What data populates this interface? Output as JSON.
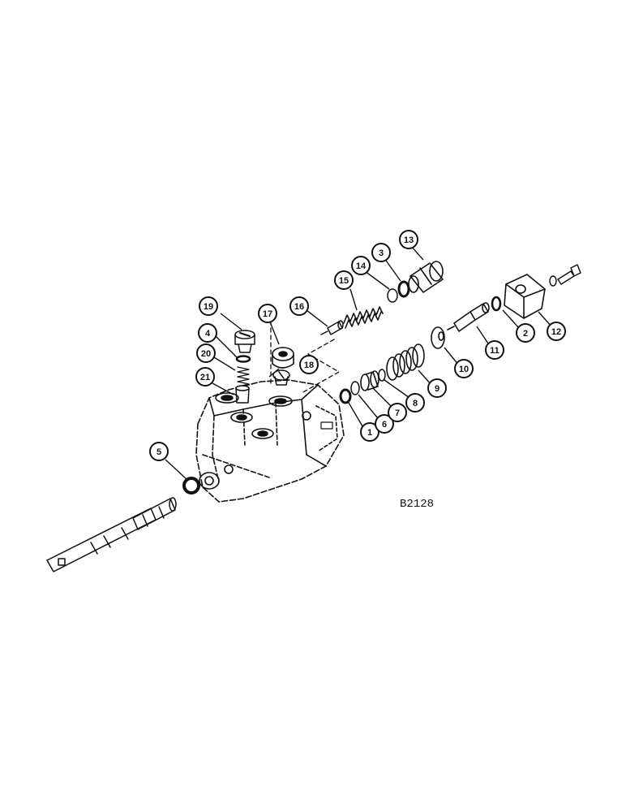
{
  "figure": {
    "reference_code": "B2128",
    "callouts": [
      {
        "id": "1",
        "label": "1"
      },
      {
        "id": "2",
        "label": "2"
      },
      {
        "id": "3",
        "label": "3"
      },
      {
        "id": "4",
        "label": "4"
      },
      {
        "id": "5",
        "label": "5"
      },
      {
        "id": "6",
        "label": "6"
      },
      {
        "id": "7",
        "label": "7"
      },
      {
        "id": "8",
        "label": "8"
      },
      {
        "id": "9",
        "label": "9"
      },
      {
        "id": "10",
        "label": "10"
      },
      {
        "id": "11",
        "label": "11"
      },
      {
        "id": "12",
        "label": "12"
      },
      {
        "id": "13",
        "label": "13"
      },
      {
        "id": "14",
        "label": "14"
      },
      {
        "id": "15",
        "label": "15"
      },
      {
        "id": "16",
        "label": "16"
      },
      {
        "id": "17",
        "label": "17"
      },
      {
        "id": "18",
        "label": "18"
      },
      {
        "id": "19",
        "label": "19"
      },
      {
        "id": "20",
        "label": "20"
      },
      {
        "id": "21",
        "label": "21"
      }
    ]
  }
}
